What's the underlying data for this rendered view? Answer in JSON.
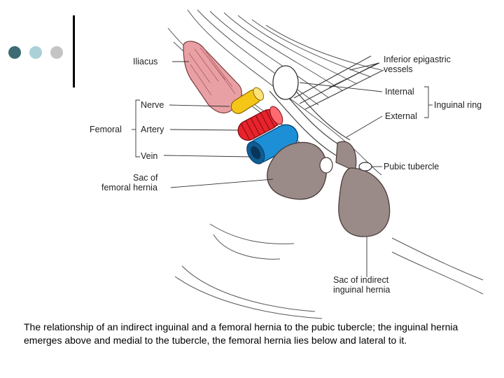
{
  "slide": {
    "bullet_colors": [
      "#3d6b73",
      "#a9d1d6",
      "#c4c4c4"
    ],
    "caption": "The relationship of an indirect inguinal and a femoral hernia to the pubic tubercle; the inguinal hernia emerges above and medial to the tubercle, the femoral hernia lies below and lateral to it."
  },
  "diagram": {
    "labels": {
      "iliacus": "Iliacus",
      "femoral": "Femoral",
      "nerve": "Nerve",
      "artery": "Artery",
      "vein": "Vein",
      "sac_femoral_line1": "Sac of",
      "sac_femoral_line2": "femoral hernia",
      "inferior_epigastric_line1": "Inferior epigastric",
      "inferior_epigastric_line2": "vessels",
      "internal": "Internal",
      "external": "External",
      "inguinal_ring": "Inguinal ring",
      "pubic_tubercle": "Pubic tubercle",
      "sac_inguinal_line1": "Sac of indirect",
      "sac_inguinal_line2": "inguinal hernia"
    },
    "colors": {
      "iliacus": "#e8a0a4",
      "nerve": "#f5c518",
      "artery": "#e8232c",
      "vein": "#1c8fd6",
      "sac": "#9a8a88"
    }
  }
}
